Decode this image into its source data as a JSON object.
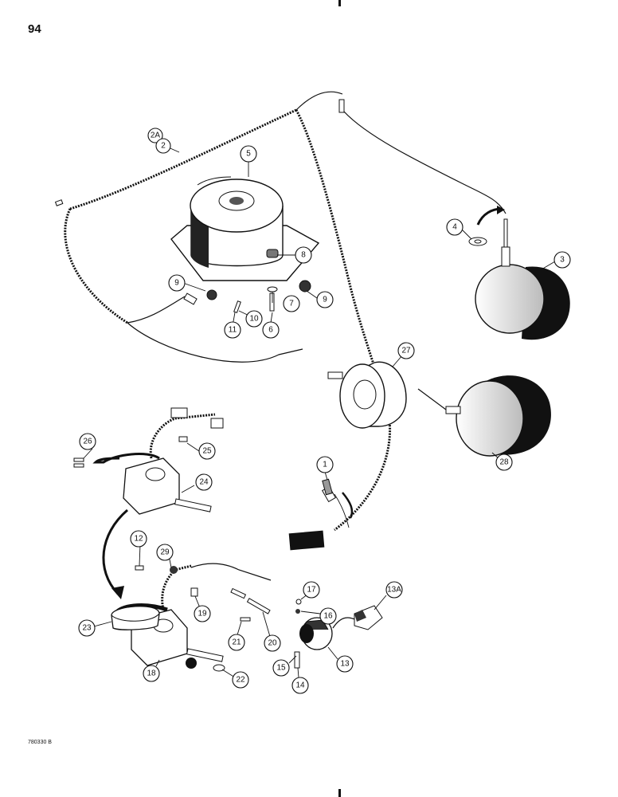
{
  "page": {
    "number": "94",
    "drawing_code": "780330 B"
  },
  "callouts": [
    {
      "id": "c1",
      "label": "1"
    },
    {
      "id": "c2a",
      "label": "2A"
    },
    {
      "id": "c2",
      "label": "2"
    },
    {
      "id": "c3",
      "label": "3"
    },
    {
      "id": "c4",
      "label": "4"
    },
    {
      "id": "c5",
      "label": "5"
    },
    {
      "id": "c6",
      "label": "6"
    },
    {
      "id": "c7",
      "label": "7"
    },
    {
      "id": "c8",
      "label": "8"
    },
    {
      "id": "c9a",
      "label": "9"
    },
    {
      "id": "c9b",
      "label": "9"
    },
    {
      "id": "c10",
      "label": "10"
    },
    {
      "id": "c11",
      "label": "11"
    },
    {
      "id": "c12",
      "label": "12"
    },
    {
      "id": "c13",
      "label": "13"
    },
    {
      "id": "c13a",
      "label": "13A"
    },
    {
      "id": "c14",
      "label": "14"
    },
    {
      "id": "c15",
      "label": "15"
    },
    {
      "id": "c16",
      "label": "16"
    },
    {
      "id": "c17",
      "label": "17"
    },
    {
      "id": "c18",
      "label": "18"
    },
    {
      "id": "c19",
      "label": "19"
    },
    {
      "id": "c20",
      "label": "20"
    },
    {
      "id": "c21",
      "label": "21"
    },
    {
      "id": "c22",
      "label": "22"
    },
    {
      "id": "c23",
      "label": "23"
    },
    {
      "id": "c24",
      "label": "24"
    },
    {
      "id": "c25",
      "label": "25"
    },
    {
      "id": "c26",
      "label": "26"
    },
    {
      "id": "c27",
      "label": "27"
    },
    {
      "id": "c28",
      "label": "28"
    },
    {
      "id": "c29",
      "label": "29"
    }
  ]
}
